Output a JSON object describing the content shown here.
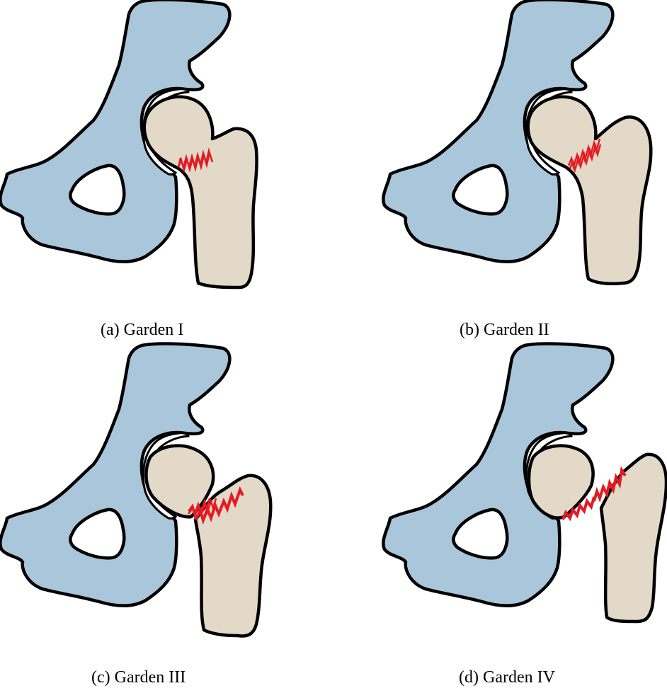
{
  "figure": {
    "panels": [
      {
        "id": "a",
        "caption": "(a) Garden I"
      },
      {
        "id": "b",
        "caption": "(b) Garden II"
      },
      {
        "id": "c",
        "caption": "(c) Garden III"
      },
      {
        "id": "d",
        "caption": "(d) Garden IV"
      }
    ],
    "colors": {
      "pelvis": "#a9c6da",
      "femur": "#e2d9c8",
      "fracture_line": "#e31b23",
      "outline": "#000000"
    }
  }
}
